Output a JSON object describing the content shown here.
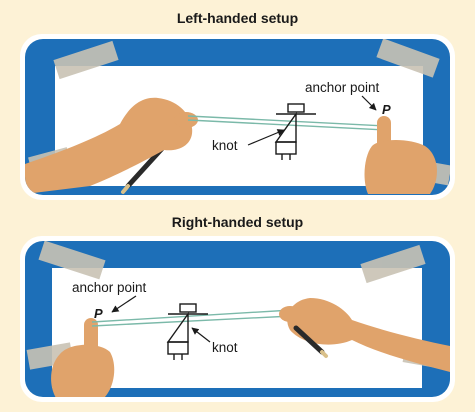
{
  "colors": {
    "background": "#fdf2d6",
    "mat_outline": "#ffffff",
    "mat_blue": "#1d6fb8",
    "paper": "#ffffff",
    "tape": "#c9c3b4",
    "string": "#7bb9a9",
    "skin": "#e0a36b",
    "pencil": "#2a2a2a"
  },
  "left_setup": {
    "heading": "Left-handed setup",
    "anchor_label": "anchor point",
    "point_label": "P",
    "knot_label": "knot"
  },
  "right_setup": {
    "heading": "Right-handed setup",
    "anchor_label": "anchor point",
    "point_label": "P",
    "knot_label": "knot"
  }
}
